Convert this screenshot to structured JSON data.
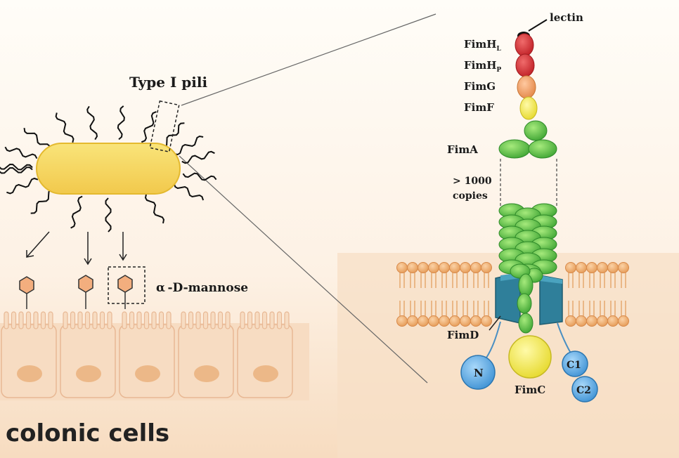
{
  "labels": {
    "type_pili": "Type I pili",
    "mannose": "α -D-mannose",
    "colonic_cells": "colonic cells",
    "lectin": "lectin",
    "fimh_l_main": "FimH",
    "fimh_l_sub": "L",
    "fimh_p_main": "FimH",
    "fimh_p_sub": "P",
    "fimg": "FimG",
    "fimf": "FimF",
    "fima": "FimA",
    "copies_line1": "> 1000",
    "copies_line2": "copies",
    "fimd": "FimD",
    "fimc": "FimC",
    "n": "N",
    "c1": "C1",
    "c2": "C2"
  },
  "colors": {
    "bacterium": "#f6d55c",
    "fimh": "#d9343a",
    "fimg": "#f0a070",
    "fimf": "#f2ec5a",
    "fima": "#6ccf52",
    "membrane_head": "#f2b77c",
    "fimd": "#2f7f9a",
    "fimc": "#f2ea3a",
    "domains": "#5fb0e6",
    "mannose": "#f3ae7e",
    "cells": "#f7dcc2"
  }
}
